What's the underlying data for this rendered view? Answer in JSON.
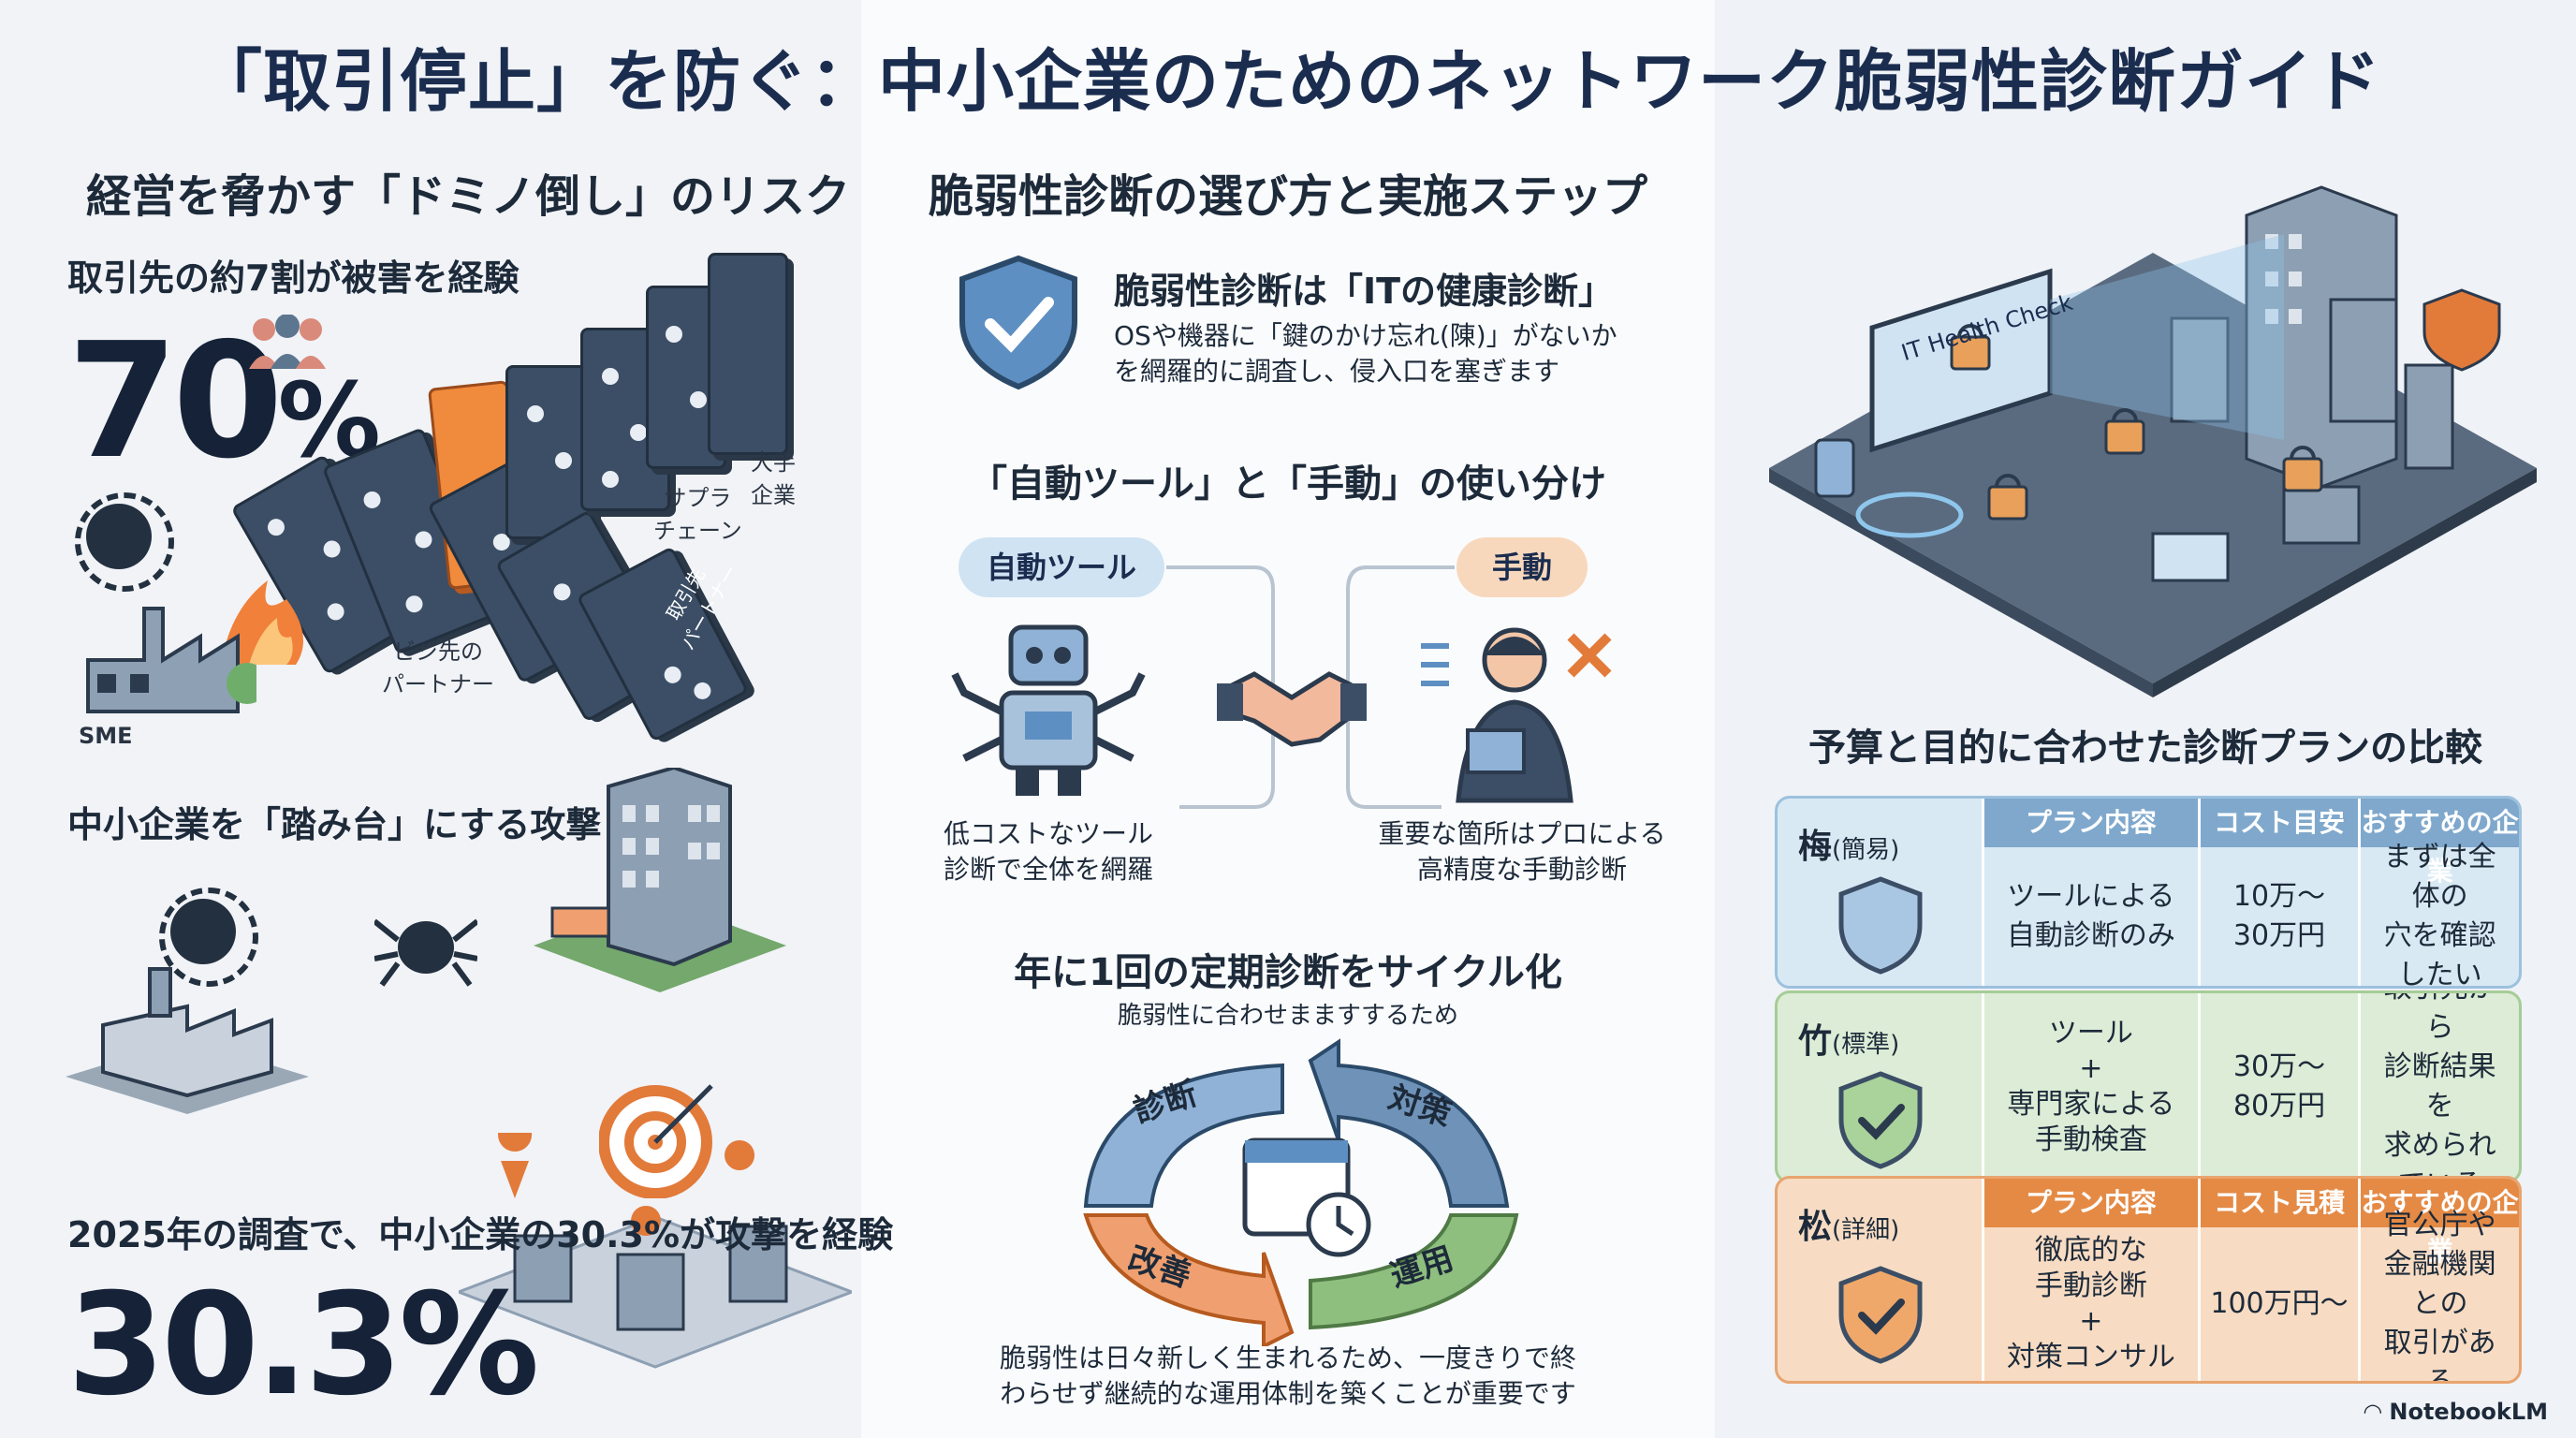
{
  "title": "「取引停止」を防ぐ：中小企業のためのネットワーク脆弱性診断ガイド",
  "left": {
    "heading": "経営を脅かす「ドミノ倒し」のリスク",
    "stat1_caption": "取引先の約7割が被害を経験",
    "stat1_value": "70",
    "stat1_unit": "%",
    "domino_labels": {
      "sme": "SME",
      "partner": "ビジ先の\nパートナー",
      "tradepartner": "取引先\nパートナー",
      "supply": "サプラ\nチェーン",
      "large": "大手\n企業"
    },
    "heading2": "中小企業を「踏み台」にする攻撃",
    "stat2_caption": "2025年の調査で、中小企業の30.3%が攻撃を経験",
    "stat2_value": "30.3%"
  },
  "mid": {
    "heading": "脆弱性診断の選び方と実施ステップ",
    "health_title": "脆弱性診断は「ITの健康診断」",
    "health_body": "OSや機器に「鍵のかけ忘れ(陳)」がないか\nを網羅的に調査し、侵入口を塞ぎます",
    "heading2": "「自動ツール」と「手動」の使い分け",
    "auto_label": "自動ツール",
    "manual_label": "手動",
    "auto_desc": "低コストなツール\n診断で全体を網羅",
    "manual_desc": "重要な箇所はプロによる\n高精度な手動診断",
    "heading3": "年に1回の定期診断をサイクル化",
    "cycle_sub": "脆弱性に合わせまますするため",
    "cycle": [
      "診断",
      "対策",
      "運用",
      "改善"
    ],
    "closing": "脆弱性は日々新しく生まれるため、一度きりで終\nわらせず継続的な運用体制を築くことが重要です"
  },
  "right": {
    "screen_text": "IT Health Check",
    "heading": "予算と目的に合わせた診断プランの比較",
    "plans": [
      {
        "name": "梅",
        "tier": "(簡易)",
        "headers": [
          "プラン内容",
          "コスト目安",
          "おすすめの企業"
        ],
        "cells": [
          "ツールによる\n自動診断のみ",
          "10万〜\n30万円",
          "まずは全体の\n穴を確認したい"
        ]
      },
      {
        "name": "竹",
        "tier": "(標準)",
        "headers": [],
        "cells": [
          "ツール\n+\n専門家による\n手動検査",
          "30万〜\n80万円",
          "取引先から\n診断結果を\n求められている"
        ]
      },
      {
        "name": "松",
        "tier": "(詳細)",
        "headers": [
          "プラン内容",
          "コスト見積",
          "おすすめの企業"
        ],
        "cells": [
          "徹底的な\n手動診断\n+\n対策コンサル",
          "100万円〜",
          "官公庁や\n金融機関との\n取引がある"
        ]
      }
    ]
  },
  "footer": "NotebookLM",
  "colors": {
    "navy": "#1b2d4f",
    "orange": "#e48a45",
    "blue": "#7fa8cc",
    "green": "#8fbf7f"
  }
}
